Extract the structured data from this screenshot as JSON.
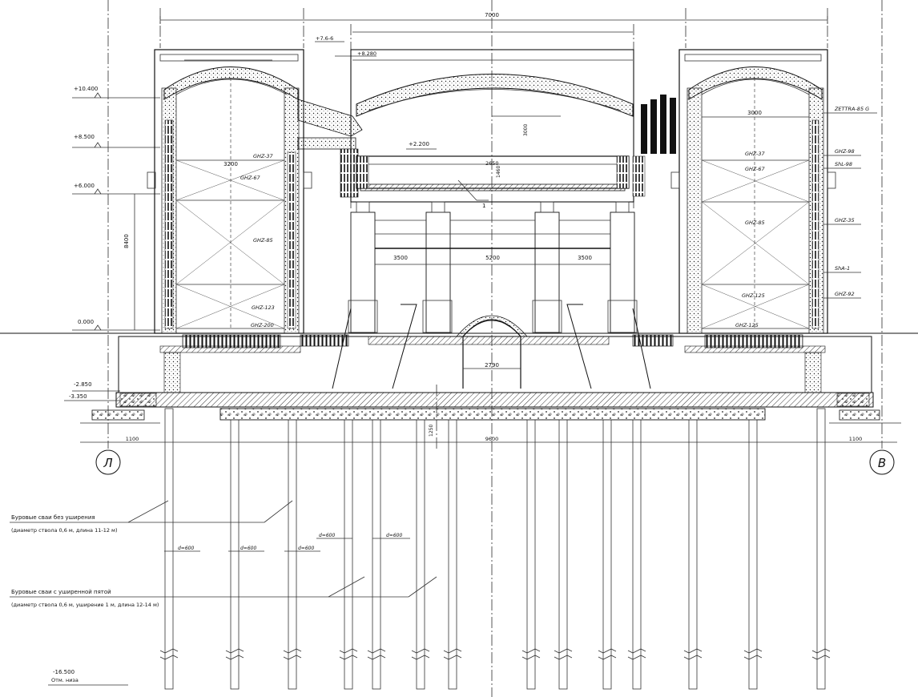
{
  "levels": {
    "top": "+7.6-6",
    "top2": "+8.280",
    "l1": "+10.400",
    "l2": "+8.500",
    "l3": "+6.000",
    "l4": "+2.200",
    "ground": "0.000",
    "b1": "-2.850",
    "b2": "-3.350",
    "bottom": "-16.500",
    "bottom_note": "Отм. низа"
  },
  "dims": {
    "overall_top": "7000",
    "left_height": "8400",
    "inner_left": "3500",
    "inner_mid": "5200",
    "inner_right": "3500",
    "arch_width": "2790",
    "left_chamber": "3200",
    "right_chamber": "3000",
    "center_width": "2650",
    "center_h1": "3000",
    "center_h2": "1460",
    "bottom_total": "9600",
    "bottom_left": "1100",
    "bottom_right": "1100",
    "pile_gap": "1250"
  },
  "axes": {
    "left": "Л",
    "right": "В"
  },
  "left_labels": [
    "GHZ-37",
    "GHZ-67",
    "GHZ-85",
    "GHZ-123",
    "GHZ-200"
  ],
  "right_labels": [
    "GHZ-37",
    "GHZ-67",
    "GHZ-85",
    "GHZ-125",
    "GHZ-125"
  ],
  "right_edge_labels": [
    "ZETTRA-85 G",
    "GHZ-98",
    "ShL-98",
    "GHZ-35",
    "ShA-1",
    "GHZ-92"
  ],
  "marker": "1",
  "pile_diams": [
    "d=600",
    "d=600",
    "d=600",
    "d=600",
    "d=600"
  ],
  "notes": {
    "piles_no_ext_title": "Буровые сваи без уширения",
    "piles_no_ext_desc": "(диаметр ствола 0,6 м, длина 11-12 м)",
    "piles_ext_title": "Буровые сваи с уширенной пятой",
    "piles_ext_desc": "(диаметр ствола 0,6 м, уширение 1 м, длина 12-14 м)"
  }
}
